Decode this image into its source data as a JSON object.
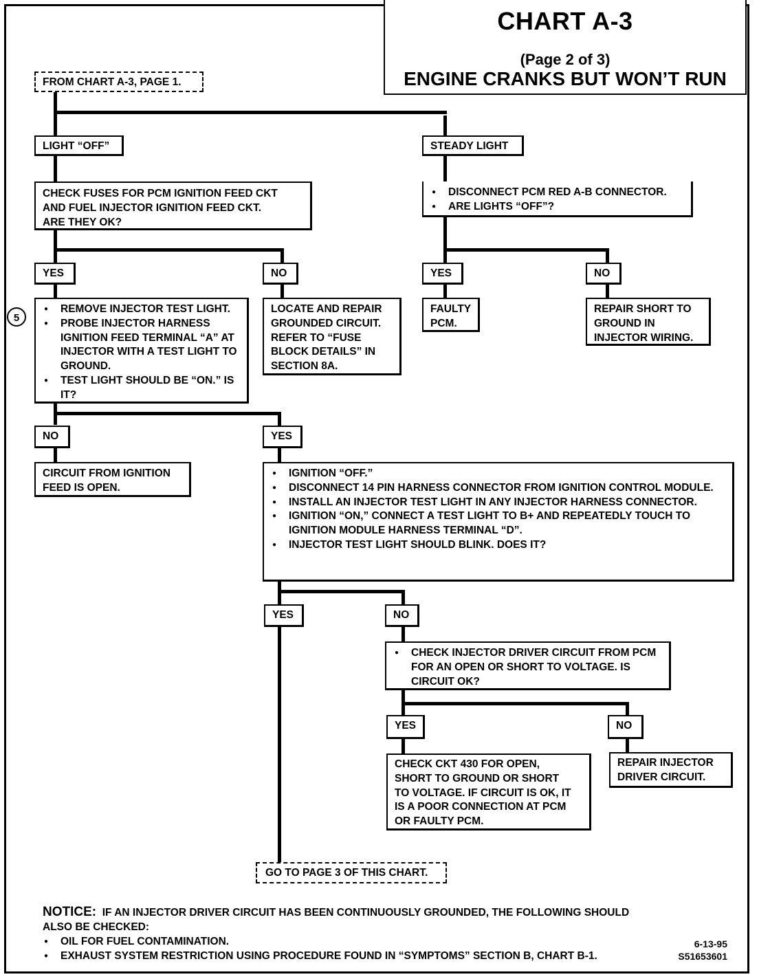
{
  "title": {
    "chart": "CHART A-3",
    "page": "(Page 2 of 3)",
    "subtitle": "ENGINE CRANKS BUT WON’T RUN"
  },
  "start": "FROM CHART A-3, PAGE 1.",
  "light_off": "LIGHT “OFF”",
  "steady_light": "STEADY LIGHT",
  "check_fuses": [
    "CHECK FUSES FOR PCM IGNITION FEED CKT",
    "AND FUEL INJECTOR IGNITION FEED CKT.",
    "ARE THEY OK?"
  ],
  "disconnect_pcm": [
    "DISCONNECT PCM RED A-B CONNECTOR.",
    "ARE LIGHTS “OFF”?"
  ],
  "yes": "YES",
  "no": "NO",
  "faulty_pcm": [
    "FAULTY",
    "PCM."
  ],
  "repair_short": [
    "REPAIR SHORT TO",
    "GROUND IN",
    "INJECTOR WIRING."
  ],
  "step_marker": "5",
  "remove_injector": [
    "REMOVE INJECTOR TEST LIGHT.",
    "PROBE INJECTOR HARNESS IGNITION FEED TERMINAL “A” AT INJECTOR WITH A TEST LIGHT TO GROUND.",
    "TEST LIGHT SHOULD BE  “ON.” IS IT?"
  ],
  "locate_repair": [
    "LOCATE AND REPAIR",
    "GROUNDED CIRCUIT.",
    "REFER TO “FUSE",
    "BLOCK DETAILS” IN",
    "SECTION 8A."
  ],
  "circuit_open": [
    "CIRCUIT FROM IGNITION",
    "FEED IS OPEN."
  ],
  "ignition_steps": [
    "IGNITION “OFF.”",
    "DISCONNECT 14 PIN HARNESS CONNECTOR FROM IGNITION CONTROL MODULE.",
    "INSTALL AN INJECTOR TEST LIGHT IN ANY INJECTOR HARNESS CONNECTOR.",
    "IGNITION “ON,” CONNECT A TEST LIGHT TO B+ AND REPEATEDLY TOUCH TO IGNITION MODULE HARNESS TERMINAL “D”.",
    "INJECTOR TEST LIGHT SHOULD BLINK. DOES IT?"
  ],
  "check_driver": "CHECK INJECTOR DRIVER CIRCUIT FROM PCM FOR AN OPEN OR SHORT TO VOLTAGE. IS CIRCUIT OK?",
  "check_ckt430": [
    "CHECK CKT 430 FOR OPEN,",
    "SHORT TO GROUND OR SHORT",
    "TO VOLTAGE. IF CIRCUIT IS OK, IT",
    "IS A POOR CONNECTION AT PCM",
    "OR FAULTY PCM."
  ],
  "repair_driver": [
    "REPAIR INJECTOR",
    "DRIVER CIRCUIT."
  ],
  "goto_page3": "GO TO PAGE 3 OF THIS CHART.",
  "notice": {
    "heading": "NOTICE:",
    "text": "IF AN INJECTOR DRIVER CIRCUIT HAS BEEN CONTINUOUSLY GROUNDED, THE FOLLOWING SHOULD ALSO BE CHECKED:",
    "items": [
      "OIL FOR FUEL CONTAMINATION.",
      "EXHAUST SYSTEM RESTRICTION USING PROCEDURE FOUND IN “SYMPTOMS” SECTION B, CHART  B-1."
    ]
  },
  "date": "6-13-95",
  "doc_code": "S51653601"
}
